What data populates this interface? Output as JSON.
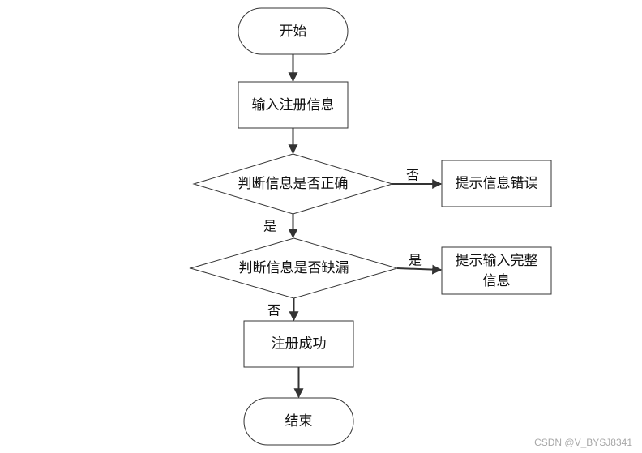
{
  "nodes": {
    "start": "开始",
    "input": "输入注册信息",
    "check_correct": "判断信息是否正确",
    "error_prompt": "提示信息错误",
    "check_missing": "判断信息是否缺漏",
    "complete_prompt_1": "提示输入完整",
    "complete_prompt_2": "信息",
    "success": "注册成功",
    "end": "结束"
  },
  "branches": {
    "correct_no": "否",
    "correct_yes": "是",
    "missing_yes": "是",
    "missing_no": "否"
  },
  "watermark": "CSDN @V_BYSJ8341",
  "colors": {
    "stroke": "#333333",
    "text": "#111111",
    "watermark": "#a8a8a8"
  }
}
